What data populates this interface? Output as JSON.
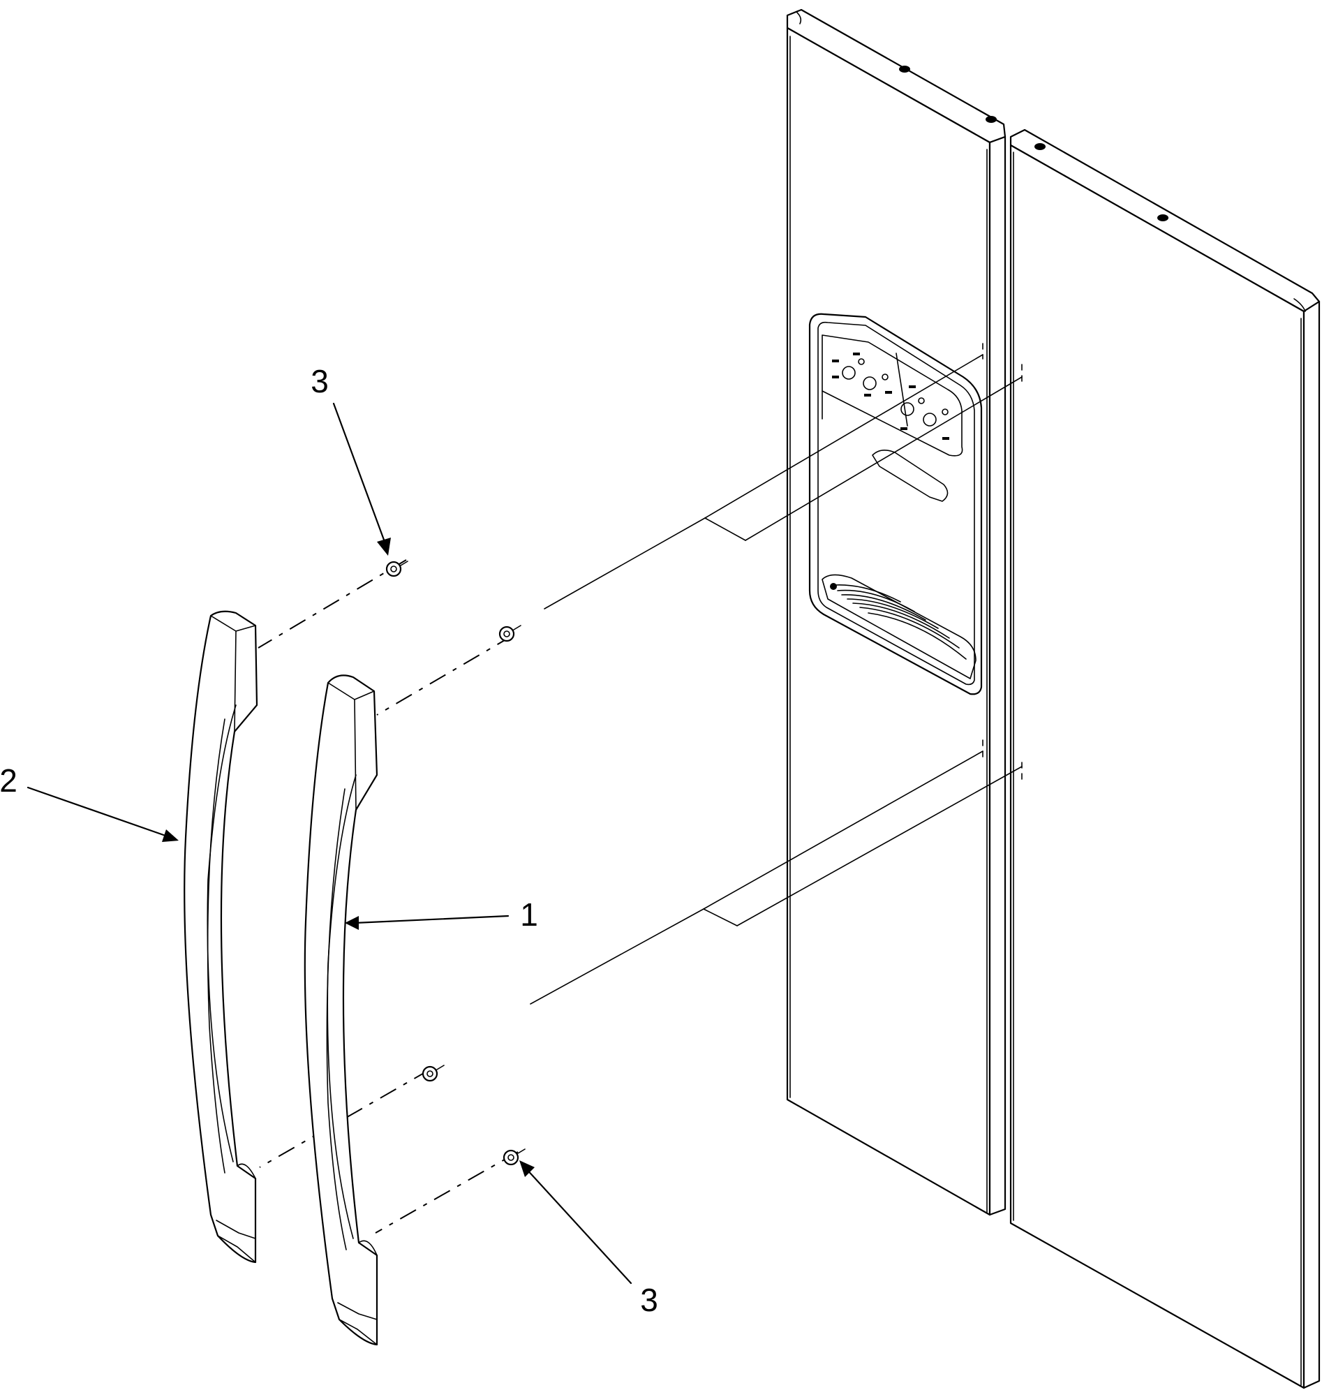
{
  "callouts": [
    {
      "id": "callout-1",
      "label": "1"
    },
    {
      "id": "callout-2",
      "label": "2"
    },
    {
      "id": "callout-3-top",
      "label": "3"
    },
    {
      "id": "callout-3-bottom",
      "label": "3"
    }
  ],
  "parts": [
    {
      "name": "refrigerator-handle",
      "callout": "1"
    },
    {
      "name": "freezer-handle",
      "callout": "2"
    },
    {
      "name": "handle-screw",
      "callout": "3"
    }
  ]
}
